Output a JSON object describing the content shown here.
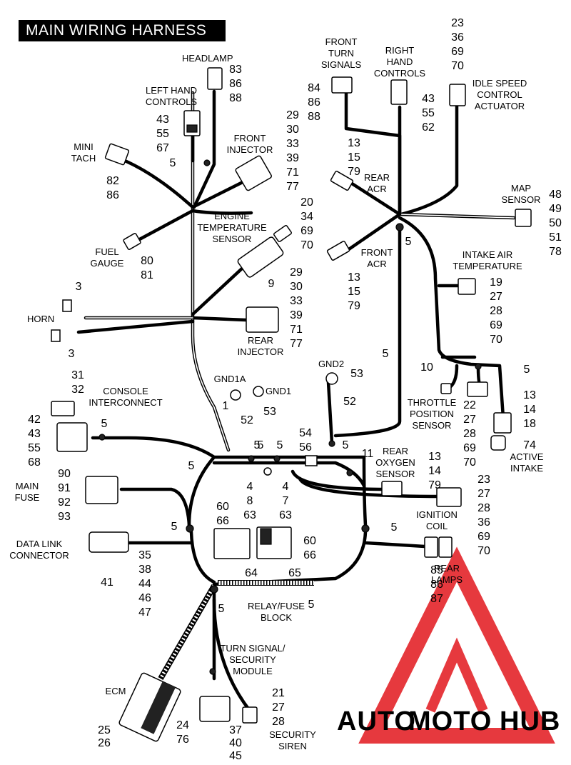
{
  "title": "MAIN WIRING HARNESS",
  "labels": [
    {
      "id": "headlamp",
      "lines": [
        "HEADLAMP"
      ],
      "nums": [
        "83",
        "86",
        "88"
      ]
    },
    {
      "id": "left-hand-controls",
      "lines": [
        "LEFT HAND",
        "CONTROLS"
      ],
      "nums": [
        "43",
        "55",
        "67"
      ]
    },
    {
      "id": "mini-tach",
      "lines": [
        "MINI",
        "TACH"
      ],
      "nums": [
        "82",
        "86"
      ]
    },
    {
      "id": "front-injector",
      "lines": [
        "FRONT",
        "INJECTOR"
      ],
      "nums": [
        "29",
        "30",
        "33",
        "39",
        "71",
        "77"
      ]
    },
    {
      "id": "engine-temperature-sensor",
      "lines": [
        "ENGINE",
        "TEMPERATURE",
        "SENSOR"
      ],
      "nums": [
        "20",
        "34",
        "69",
        "70"
      ]
    },
    {
      "id": "fuel-gauge",
      "lines": [
        "FUEL",
        "GAUGE"
      ],
      "nums": [
        "80",
        "81"
      ]
    },
    {
      "id": "ignition-module-9",
      "lines": [],
      "nums": [
        "9"
      ]
    },
    {
      "id": "horn",
      "lines": [
        "HORN"
      ],
      "nums": [
        "3",
        "3"
      ]
    },
    {
      "id": "rear-injector",
      "lines": [
        "REAR",
        "INJECTOR"
      ],
      "nums": [
        "29",
        "30",
        "33",
        "39",
        "71",
        "77"
      ]
    },
    {
      "id": "front-turn-signals",
      "lines": [
        "FRONT",
        "TURN",
        "SIGNALS"
      ],
      "nums": [
        "84",
        "86",
        "88"
      ]
    },
    {
      "id": "right-hand-controls",
      "lines": [
        "RIGHT",
        "HAND",
        "CONTROLS"
      ],
      "nums": [
        "43",
        "55",
        "62"
      ]
    },
    {
      "id": "idle-speed-control-actuator",
      "lines": [
        "IDLE SPEED",
        "CONTROL",
        "ACTUATOR"
      ],
      "nums": [
        "23",
        "36",
        "69",
        "70"
      ]
    },
    {
      "id": "rear-acr",
      "lines": [
        "REAR",
        "ACR"
      ],
      "nums": [
        "13",
        "15",
        "79"
      ]
    },
    {
      "id": "map-sensor",
      "lines": [
        "MAP",
        "SENSOR"
      ],
      "nums": [
        "48",
        "49",
        "50",
        "51",
        "78"
      ]
    },
    {
      "id": "front-acr",
      "lines": [
        "FRONT",
        "ACR"
      ],
      "nums": [
        "13",
        "15",
        "79"
      ]
    },
    {
      "id": "intake-air-temperature",
      "lines": [
        "INTAKE AIR",
        "TEMPERATURE"
      ],
      "nums": [
        "19",
        "27",
        "28",
        "69",
        "70"
      ]
    },
    {
      "id": "throttle-position-sensor",
      "lines": [
        "THROTTLE",
        "POSITION",
        "SENSOR"
      ],
      "nums": [
        "22",
        "27",
        "28",
        "69",
        "70"
      ]
    },
    {
      "id": "active-intake",
      "lines": [
        "ACTIVE",
        "INTAKE"
      ],
      "nums": [
        "13",
        "14",
        "18",
        "74"
      ]
    },
    {
      "id": "console-interconnect",
      "lines": [
        "CONSOLE",
        "INTERCONNECT"
      ],
      "nums": [
        "31",
        "32",
        "42",
        "43",
        "55",
        "68"
      ]
    },
    {
      "id": "gnd1a",
      "lines": [
        "GND1A"
      ],
      "nums": [
        "1"
      ]
    },
    {
      "id": "gnd1",
      "lines": [
        "GND1"
      ],
      "nums": [
        "52",
        "53"
      ]
    },
    {
      "id": "gnd2",
      "lines": [
        "GND2"
      ],
      "nums": [
        "53",
        "52"
      ]
    },
    {
      "id": "main-fuse",
      "lines": [
        "MAIN",
        "FUSE"
      ],
      "nums": [
        "90",
        "91",
        "92",
        "93"
      ]
    },
    {
      "id": "rear-oxygen-sensor",
      "lines": [
        "REAR",
        "OXYGEN",
        "SENSOR"
      ],
      "nums": [
        "13",
        "14",
        "79"
      ]
    },
    {
      "id": "ignition-coil",
      "lines": [
        "IGNITION",
        "COIL"
      ],
      "nums": [
        "23",
        "27",
        "28",
        "36",
        "69",
        "70"
      ]
    },
    {
      "id": "data-link-connector",
      "lines": [
        "DATA LINK",
        "CONNECTOR"
      ],
      "nums": [
        "35",
        "38",
        "44",
        "46",
        "47",
        "41"
      ]
    },
    {
      "id": "relay-fuse-block",
      "lines": [
        "RELAY/FUSE",
        "BLOCK"
      ],
      "nums": [
        "64",
        "65",
        "60",
        "66",
        "4",
        "8",
        "63",
        "4",
        "7",
        "63",
        "60",
        "66"
      ]
    },
    {
      "id": "rear-lamps",
      "lines": [
        "REAR",
        "LAMPS"
      ],
      "nums": [
        "85",
        "86",
        "87"
      ]
    },
    {
      "id": "turn-signal-security-module",
      "lines": [
        "TURN SIGNAL/",
        "SECURITY",
        "MODULE"
      ],
      "nums": [
        "37",
        "40",
        "45"
      ]
    },
    {
      "id": "ecm",
      "lines": [
        "ECM"
      ],
      "nums": [
        "25",
        "26",
        "24",
        "76"
      ]
    },
    {
      "id": "security-siren",
      "lines": [
        "SECURITY",
        "SIREN"
      ],
      "nums": [
        "21",
        "27",
        "28"
      ]
    },
    {
      "id": "junctions",
      "lines": [],
      "nums": [
        "5",
        "5",
        "5",
        "5",
        "5",
        "5",
        "5",
        "5",
        "5",
        "5",
        "5",
        "5",
        "5",
        "5",
        "54",
        "56",
        "11",
        "10"
      ]
    }
  ],
  "watermark": {
    "part1": "AUTO",
    "part2": "MOTO",
    "part3": "HUB"
  },
  "colors": {
    "ink": "#000000",
    "paper": "#ffffff",
    "wm_yellow": "#f4c430",
    "wm_red": "#e31e24",
    "wm_grey": "#8a8a8a"
  }
}
